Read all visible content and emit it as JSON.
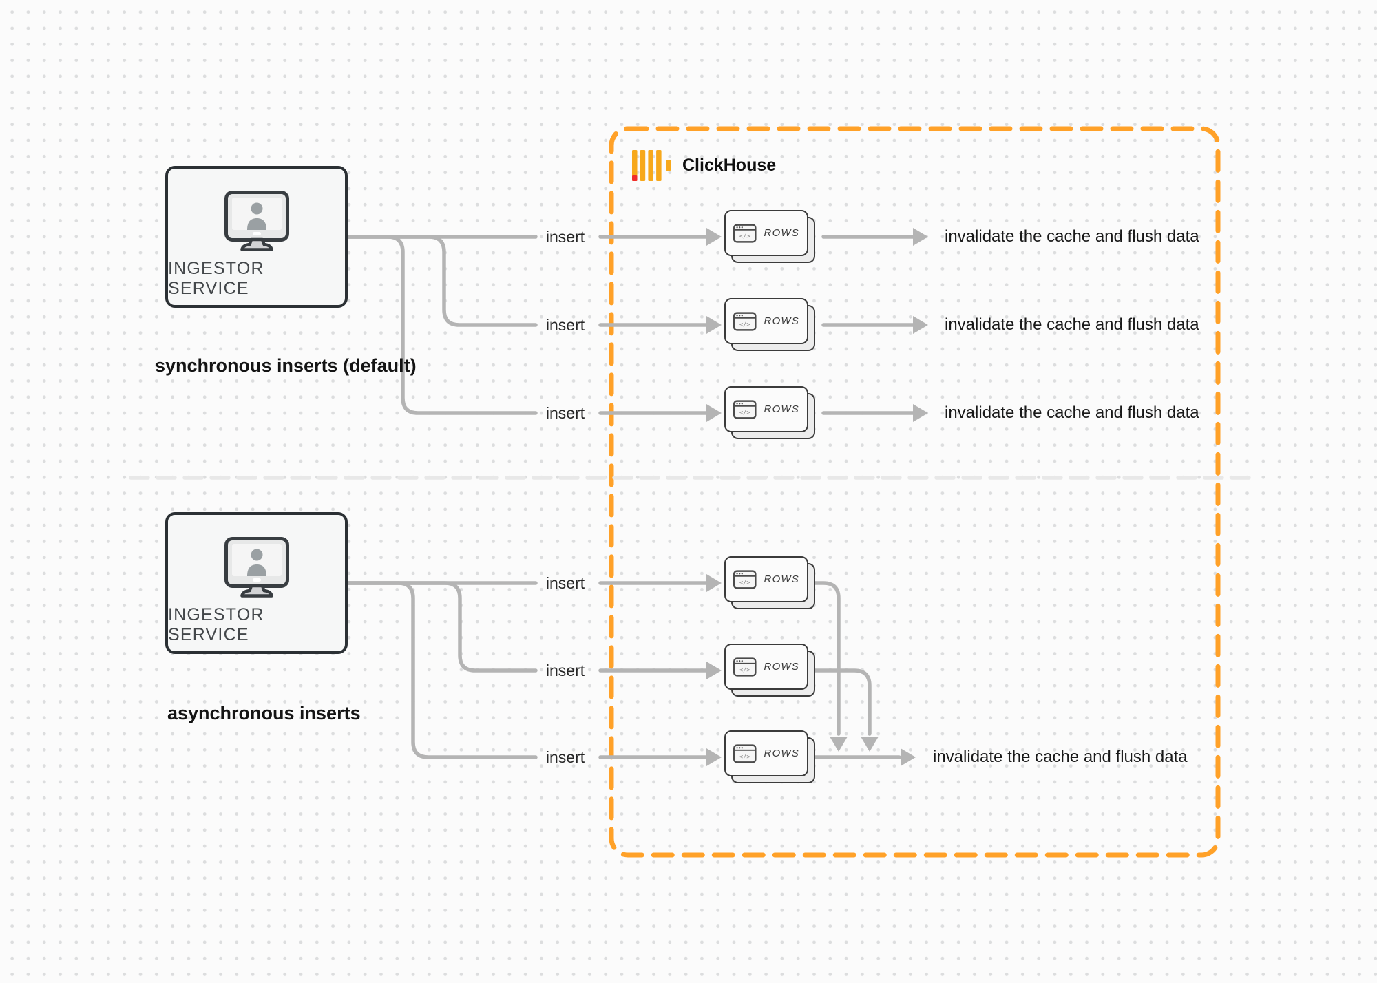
{
  "clickhouse_box": {
    "title": "ClickHouse"
  },
  "sync": {
    "caption": "synchronous inserts (default)",
    "service_label": "INGESTOR SERVICE",
    "rows": [
      {
        "arrow_label": "insert",
        "card_label": "ROWS",
        "result": "invalidate the cache and flush data"
      },
      {
        "arrow_label": "insert",
        "card_label": "ROWS",
        "result": "invalidate the cache and flush data"
      },
      {
        "arrow_label": "insert",
        "card_label": "ROWS",
        "result": "invalidate the cache and flush data"
      }
    ]
  },
  "async": {
    "caption": "asynchronous inserts",
    "service_label": "INGESTOR SERVICE",
    "rows": [
      {
        "arrow_label": "insert",
        "card_label": "ROWS"
      },
      {
        "arrow_label": "insert",
        "card_label": "ROWS"
      },
      {
        "arrow_label": "insert",
        "card_label": "ROWS"
      }
    ],
    "result": "invalidate the cache and flush data"
  },
  "colors": {
    "boundary_orange": "#FFA128",
    "logo_amber": "#F7A81B",
    "logo_red": "#F02C2C",
    "connector_gray": "#B4B4B4",
    "divider_gray": "#E8E8E8"
  }
}
